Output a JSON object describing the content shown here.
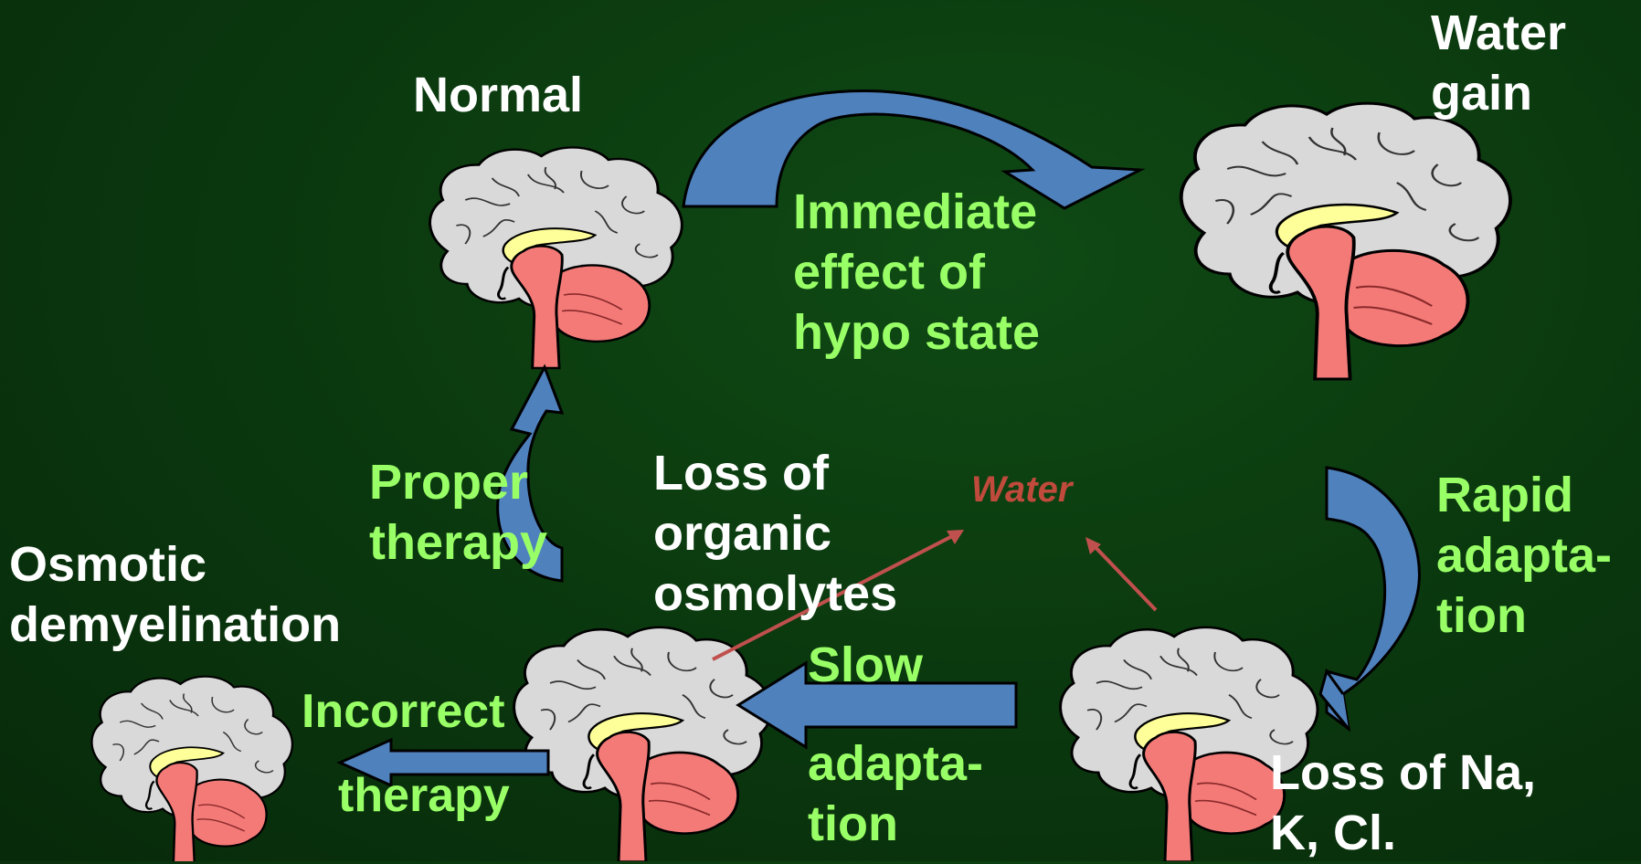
{
  "colors": {
    "background": "#0b3a0f",
    "state_text": "#ffffff",
    "process_text": "#99ff66",
    "water_text": "#c04a3c",
    "arrow_fill": "#4f81bd",
    "water_arrow": "#c0504d",
    "brain_cortex": "#d9d9d9",
    "brain_stem": "#f47a78",
    "brain_corpus": "#ffff99"
  },
  "icons": [
    "brain-icon",
    "curved-arrow-icon",
    "block-arrow-icon",
    "thin-arrow-icon"
  ],
  "states": {
    "normal": "Normal",
    "water_gain": [
      "Water",
      "gain"
    ],
    "osmotic_demyelination": [
      "Osmotic",
      "demyelination"
    ],
    "loss_organic": [
      "Loss of",
      "organic",
      "osmolytes"
    ],
    "loss_na": [
      "Loss of Na,",
      "K, Cl."
    ]
  },
  "processes": {
    "immediate": [
      "Immediate",
      "effect of",
      "hypo state"
    ],
    "rapid": [
      "Rapid",
      "adapta-",
      "tion"
    ],
    "slow_top": "Slow",
    "slow_bottom": [
      "adapta-",
      "tion"
    ],
    "proper": [
      "Proper",
      "therapy"
    ],
    "incorrect_top": "Incorrect",
    "incorrect_bottom": "therapy"
  },
  "water_label": "Water"
}
